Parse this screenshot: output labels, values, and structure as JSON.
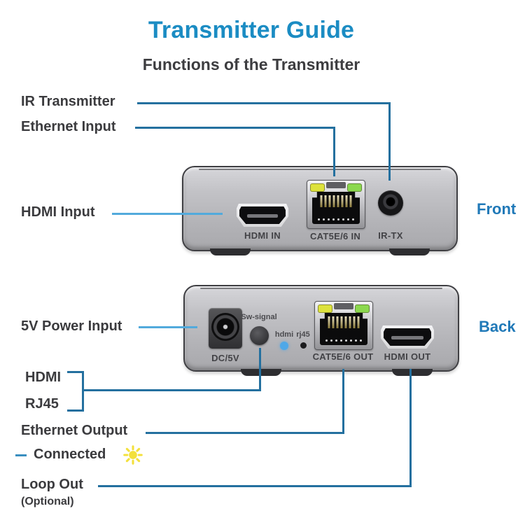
{
  "header": {
    "title": "Transmitter Guide",
    "subtitle": "Functions of the Transmitter"
  },
  "callouts": {
    "ir_transmitter": "IR Transmitter",
    "ethernet_input": "Ethernet Input",
    "hdmi_input": "HDMI Input",
    "power_input": "5V Power Input",
    "hdmi": "HDMI",
    "rj45": "RJ45",
    "ethernet_output": "Ethernet Output",
    "connected": "Connected",
    "loop_out": "Loop Out",
    "optional": "(Optional)"
  },
  "view_labels": {
    "front": "Front",
    "back": "Back"
  },
  "devices": {
    "front": {
      "ports": {
        "hdmi_in": "HDMI IN",
        "cat5e_in": "CAT5E/6 IN",
        "ir_tx": "IR-TX"
      }
    },
    "back": {
      "ports": {
        "dc": "DC/5V",
        "sw_signal": "Sw-signal",
        "hdmi_led": "hdmi",
        "rj45_led": "rj45",
        "cat5e_out": "CAT5E/6 OUT",
        "hdmi_out": "HDMI OUT"
      }
    }
  },
  "icons": {
    "connected_indicator": "sun-icon"
  },
  "colors": {
    "title_blue": "#1b8cc3",
    "view_label_blue": "#2079b8",
    "line_dark": "#24709f",
    "line_light": "#52aadc",
    "sun_yellow": "#f3e03b",
    "led_blue": "#4fa8e8",
    "led_yellow": "#dde23c",
    "led_green": "#8bd84e",
    "label_dark": "#3b3b3e"
  }
}
